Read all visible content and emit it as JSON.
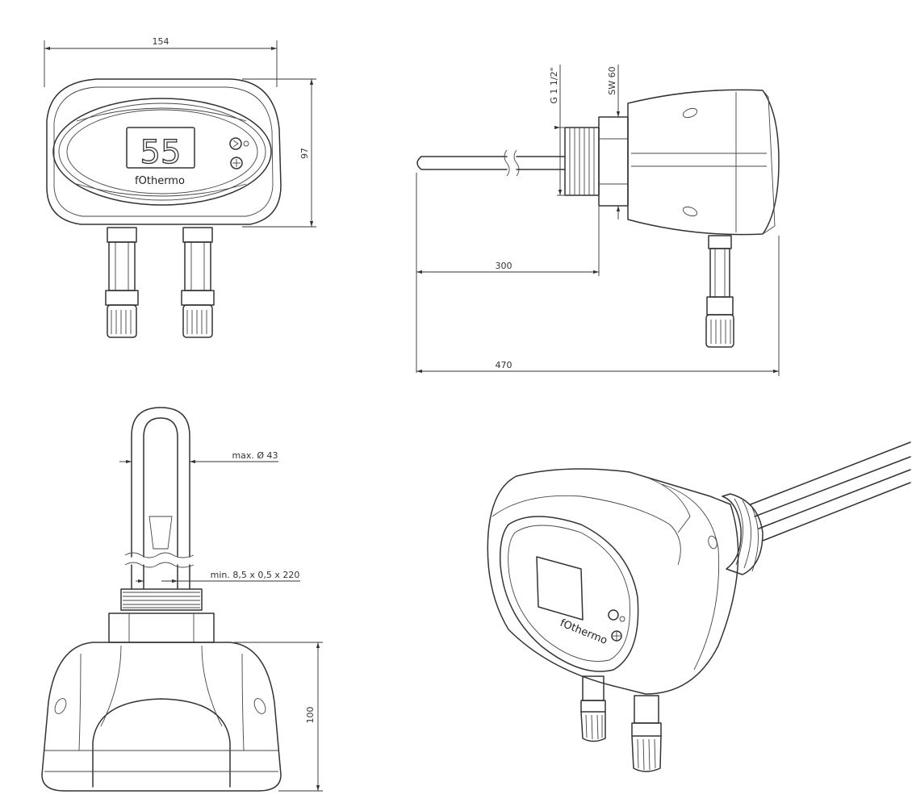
{
  "dimensions": {
    "width_front": "154",
    "height_front": "97",
    "thread": "G 1 1/2\"",
    "wrench": "SW 60",
    "length_element": "300",
    "length_total": "470",
    "max_diameter": "max. Ø 43",
    "tube_spec": "min. 8,5 x 0,5 x 220",
    "height_bottom": "100"
  },
  "display": {
    "value": "55"
  },
  "brand": {
    "name": "fOthermo"
  }
}
